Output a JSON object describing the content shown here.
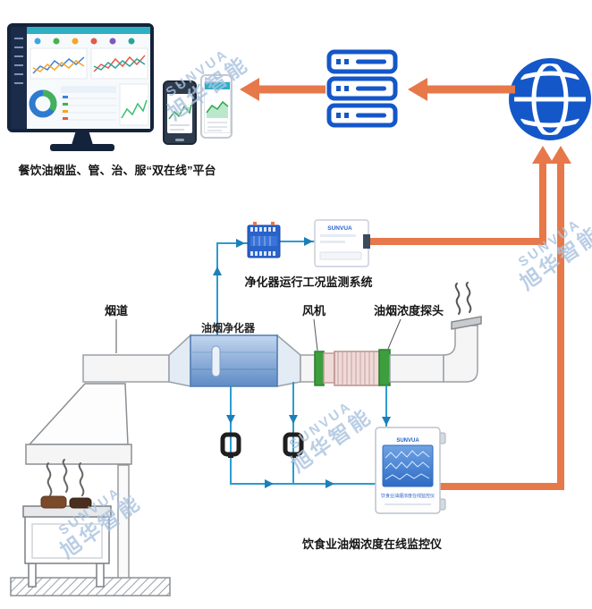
{
  "watermark": {
    "line1": "SUNVUA",
    "line2": "旭华智能"
  },
  "captions": {
    "platform": "餐饮油烟监、管、治、服“双在线”平台",
    "purifier_system": "净化器运行工况监测系统",
    "online_monitor": "饮食业油烟浓度在线监控仪"
  },
  "labels": {
    "duct": "烟道",
    "purifier": "油烟净化器",
    "fan": "风机",
    "probe": "油烟浓度探头"
  },
  "devices": {
    "purifier_monitor_brand": "SUNVUA",
    "wall_monitor_brand": "SUNVUA",
    "wall_monitor_model": "饮食业油烟浓度在线监控仪"
  },
  "icons": {
    "server_stack": "server-stack-icon",
    "globe": "globe-icon",
    "current_clamp": "current-clamp-icon"
  },
  "colors": {
    "arrow_orange": "#E7784A",
    "icon_blue": "#1457C8",
    "signal_blue": "#2D9BD0",
    "purifier_blue": "#89ABD6",
    "green_band": "#3C9E3C",
    "watermark_blue": "#A9C3DF"
  }
}
